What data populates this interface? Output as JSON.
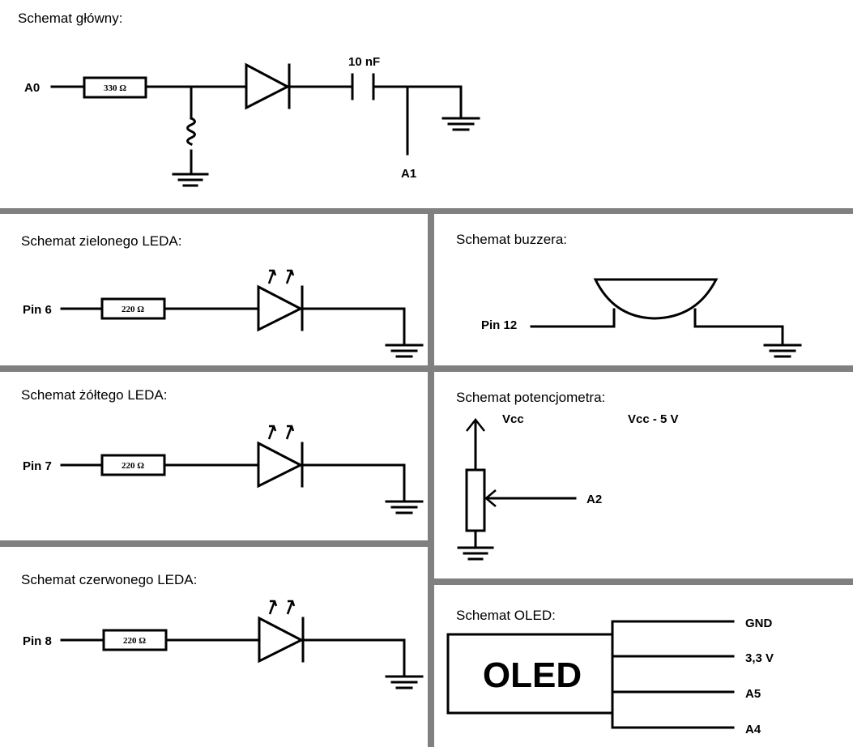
{
  "main": {
    "title": "Schemat główny:",
    "input": "A0",
    "resistor": "330 Ω",
    "capacitor": "10 nF",
    "output": "A1"
  },
  "green": {
    "title": "Schemat zielonego LEDA:",
    "pin": "Pin 6",
    "resistor": "220 Ω"
  },
  "yellow": {
    "title": "Schemat żółtego LEDA:",
    "pin": "Pin 7",
    "resistor": "220 Ω"
  },
  "red": {
    "title": "Schemat czerwonego LEDA:",
    "pin": "Pin 8",
    "resistor": "220 Ω"
  },
  "buzzer": {
    "title": "Schemat buzzera:",
    "pin": "Pin 12"
  },
  "pot": {
    "title": "Schemat potencjometra:",
    "vcc": "Vcc",
    "vcc_note": "Vcc - 5 V",
    "output": "A2"
  },
  "oled": {
    "title": "Schemat OLED:",
    "label": "OLED",
    "pins": [
      "GND",
      "3,3 V",
      "A5",
      "A4"
    ]
  }
}
